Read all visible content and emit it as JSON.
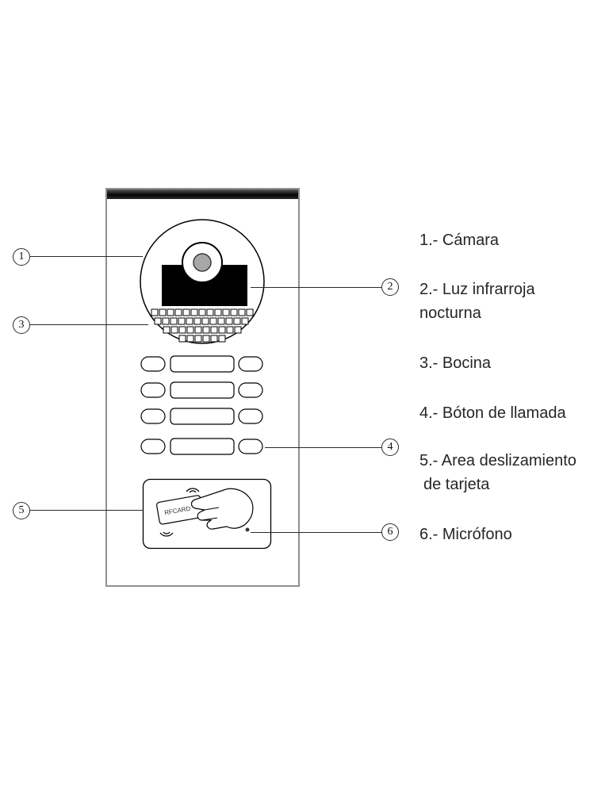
{
  "figure": {
    "type": "device-callout-diagram",
    "device": "video-door-station-front-panel"
  },
  "card_reader": {
    "card_text": "RFCARD"
  },
  "callouts": [
    {
      "number": "1",
      "target": "camera"
    },
    {
      "number": "2",
      "target": "ir-light"
    },
    {
      "number": "3",
      "target": "speaker"
    },
    {
      "number": "4",
      "target": "call-button"
    },
    {
      "number": "5",
      "target": "card-swipe-area"
    },
    {
      "number": "6",
      "target": "microphone"
    }
  ],
  "legend": [
    {
      "lines": [
        "1.- Cámara",
        ""
      ]
    },
    {
      "lines": [
        "2.- Luz infrarroja",
        "nocturna"
      ]
    },
    {
      "lines": [
        "3.- Bocina",
        ""
      ]
    },
    {
      "lines": [
        "4.- Bóton de llamada",
        ""
      ]
    },
    {
      "lines": [
        "5.- Area deslizamiento",
        "de tarjeta"
      ]
    },
    {
      "lines": [
        "6.- Micrófono",
        ""
      ]
    }
  ]
}
